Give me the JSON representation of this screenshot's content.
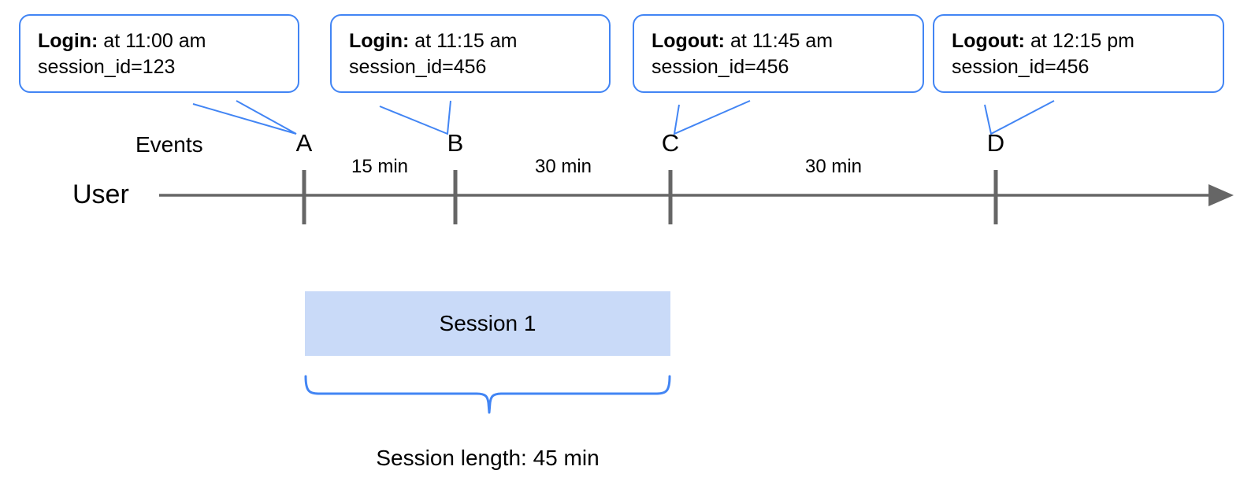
{
  "diagram": {
    "title_row_label": "Events",
    "lane_label": "User",
    "callouts": [
      {
        "event": "Login:",
        "detail": " at 11:00 am",
        "session": "session_id=123",
        "anchor": "A"
      },
      {
        "event": "Login:",
        "detail": " at 11:15 am",
        "session": "session_id=456",
        "anchor": "B"
      },
      {
        "event": "Logout:",
        "detail": " at 11:45 am",
        "session": "session_id=456",
        "anchor": "C"
      },
      {
        "event": "Logout:",
        "detail": " at 12:15 pm",
        "session": "session_id=456",
        "anchor": "D"
      }
    ],
    "ticks": [
      {
        "label": "A",
        "time": "11:00 am"
      },
      {
        "label": "B",
        "time": "11:15 am"
      },
      {
        "label": "C",
        "time": "11:45 am"
      },
      {
        "label": "D",
        "time": "12:15 pm"
      }
    ],
    "intervals": [
      {
        "from": "A",
        "to": "B",
        "label": "15 min"
      },
      {
        "from": "B",
        "to": "C",
        "label": "30 min"
      },
      {
        "from": "C",
        "to": "D",
        "label": "30 min"
      }
    ],
    "session_bar": {
      "label": "Session 1",
      "from": "A",
      "to": "C"
    },
    "brace_label": "Session length: 45 min",
    "colors": {
      "callout_border": "#4285F4",
      "brace": "#4285F4",
      "session_fill": "#C9DAF8",
      "axis": "#666666",
      "text": "#000000"
    }
  }
}
